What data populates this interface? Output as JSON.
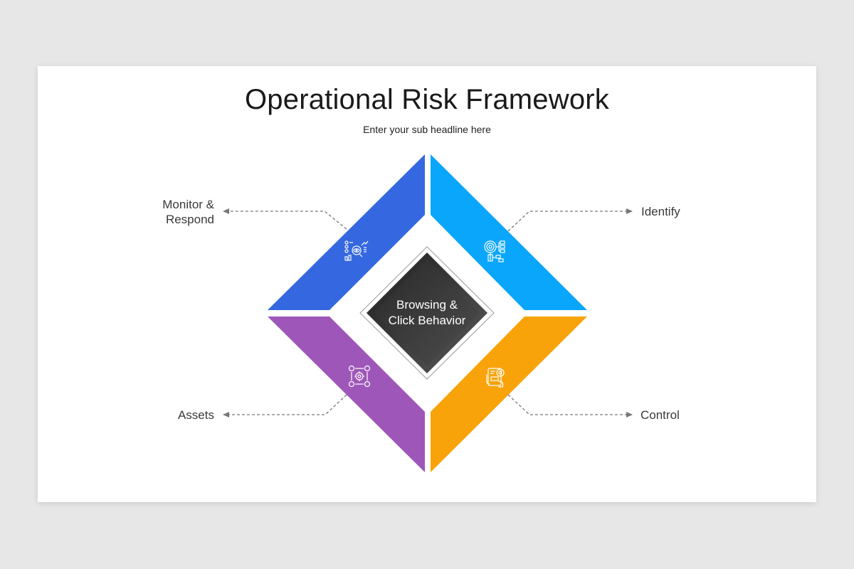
{
  "slide": {
    "title": "Operational Risk Framework",
    "subtitle": "Enter your sub headline here"
  },
  "center": {
    "line1": "Browsing &",
    "line2": "Click Behavior",
    "color": "#3a3a3a"
  },
  "segments": [
    {
      "id": "monitor-respond",
      "label_line1": "Monitor &",
      "label_line2": "Respond",
      "position": "top-left",
      "color": "#3568e0",
      "icon": "eye-analytics-icon"
    },
    {
      "id": "identify",
      "label_line1": "Identify",
      "position": "top-right",
      "color": "#0aa6fb",
      "icon": "target-hierarchy-icon"
    },
    {
      "id": "assets",
      "label_line1": "Assets",
      "position": "bottom-left",
      "color": "#9e57b8",
      "icon": "gear-currency-icon"
    },
    {
      "id": "control",
      "label_line1": "Control",
      "position": "bottom-right",
      "color": "#f9a30b",
      "icon": "touch-control-panel-icon"
    }
  ],
  "connector_color": "#777777",
  "background": "#e8e7e8"
}
